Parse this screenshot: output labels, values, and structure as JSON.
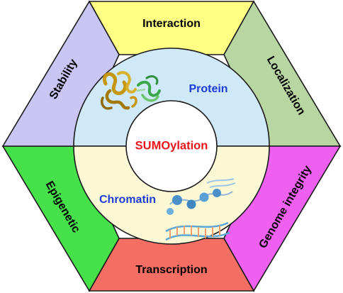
{
  "center": {
    "label": "SUMOylation",
    "color": "#e8141c"
  },
  "ring": {
    "top": {
      "label": "Protein",
      "color": "#1f3bd6",
      "fill": "#cfe9f8"
    },
    "bottom": {
      "label": "Chromatin",
      "color": "#1f3bd6",
      "fill": "#fbf8d6"
    }
  },
  "segments": [
    {
      "id": "interaction",
      "label": "Interaction",
      "fill": "#ffff84"
    },
    {
      "id": "localization",
      "label": "Localization",
      "fill": "#b7d6a2"
    },
    {
      "id": "genome-integrity",
      "label": "Genome integrity",
      "fill": "#ef5ff0"
    },
    {
      "id": "transcription",
      "label": "Transcription",
      "fill": "#f46e64"
    },
    {
      "id": "epigenetic",
      "label": "Epigenetic",
      "fill": "#45e04a"
    },
    {
      "id": "stability",
      "label": "Stability",
      "fill": "#c9c6f4"
    }
  ],
  "icons": [
    "protein-structure-icon",
    "dna-chromatin-icon"
  ]
}
